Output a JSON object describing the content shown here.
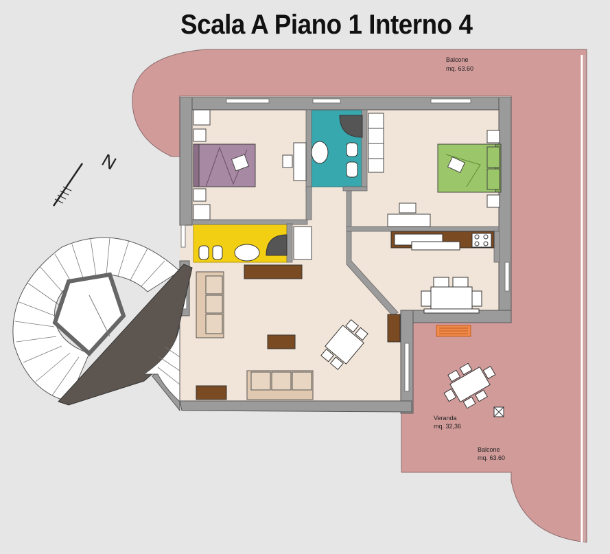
{
  "title": "Scala A Piano 1 Interno 4",
  "compass": {
    "label": "N"
  },
  "areas": {
    "balcone_top": {
      "name": "Balcone",
      "size": "mq. 63.60"
    },
    "veranda": {
      "name": "Veranda",
      "size": "mq. 32,36"
    },
    "balcone_bottom": {
      "name": "Balcone",
      "size": "mq. 63.60"
    }
  },
  "colors": {
    "background": "#e6e6e6",
    "balcony": "#d19b9a",
    "floor": "#f1e4d8",
    "wall": "#9b9b9b",
    "bathroom_teal": "#36a8ae",
    "bathroom_yellow": "#f2cf13",
    "bed_purple": "#a889a3",
    "bed_green": "#9bc76a",
    "sofa": "#e0c9b0",
    "wood": "#7a4a22",
    "stair_dark": "#5c5550"
  }
}
